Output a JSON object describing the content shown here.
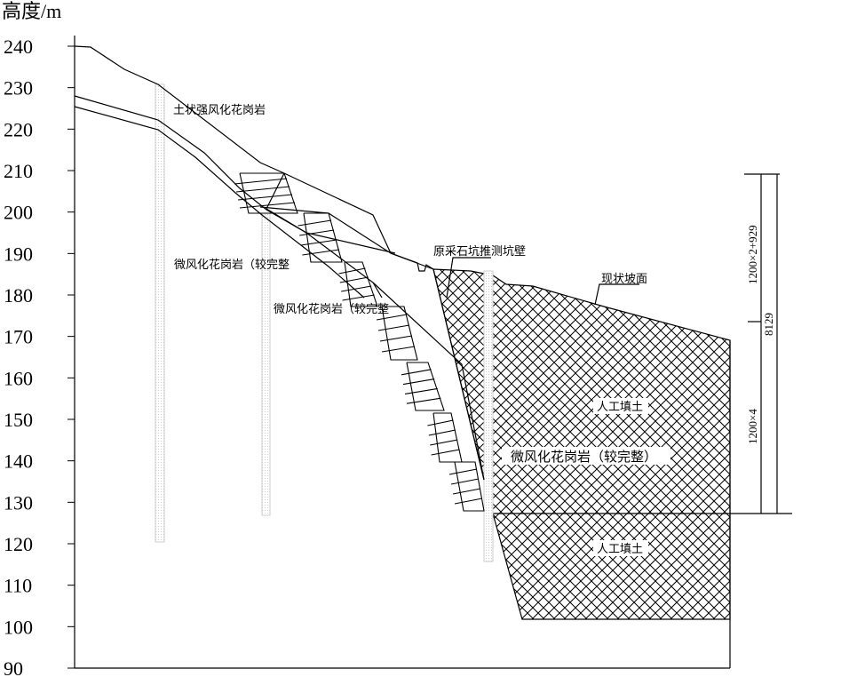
{
  "y_axis": {
    "title": "高度/m",
    "ticks": [
      240,
      230,
      220,
      210,
      200,
      190,
      180,
      170,
      160,
      150,
      140,
      130,
      120,
      110,
      100,
      90
    ],
    "range": [
      90,
      240
    ]
  },
  "labels": {
    "soil_weathered": "土状强风化花岗岩",
    "slight_weathered_1": "微风化花岗岩（较完整",
    "slight_weathered_2": "微风化花岗岩（较完整",
    "slight_weathered_3": "微风化花岗岩（较完整）",
    "pit_wall": "原采石坑推测坑壁",
    "current_slope": "现状坡面",
    "fill_upper": "人工填土",
    "fill_lower": "人工填土"
  },
  "dimensions": {
    "upper": "1200×2+929",
    "lower": "1200×4",
    "total": "8129"
  },
  "colors": {
    "line": "#000000",
    "background": "#ffffff"
  }
}
